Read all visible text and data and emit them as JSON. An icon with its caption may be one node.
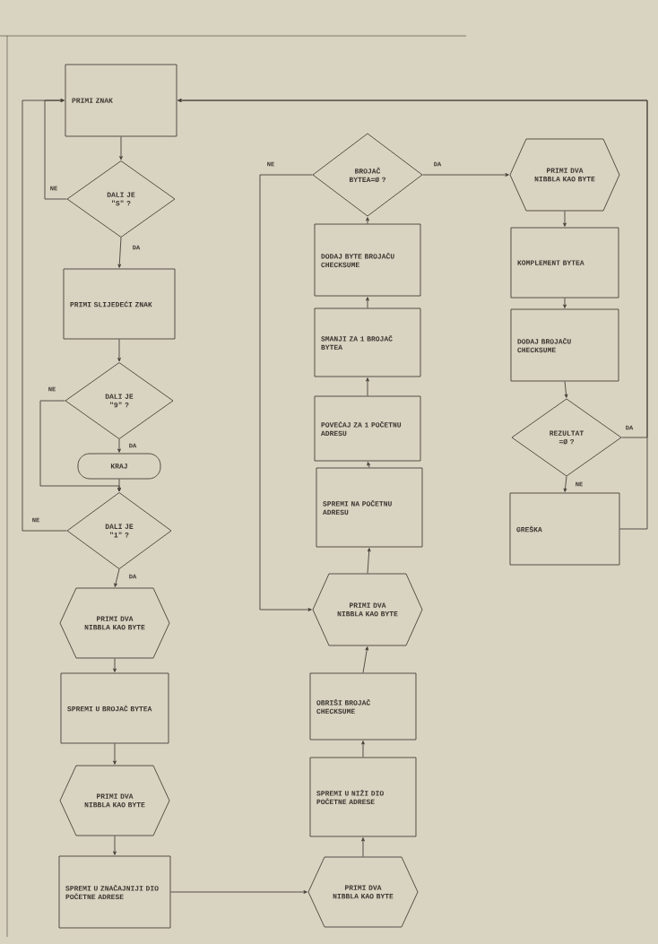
{
  "diagram": {
    "nodes": [
      {
        "text": [
          "PRIMI ZNAK"
        ]
      },
      {
        "text": [
          "DALI JE \"S\" ?"
        ]
      },
      {
        "text": [
          "PRIMI SLIJEDEĆI ZNAK"
        ]
      },
      {
        "text": [
          "DALI JE \"9\" ?"
        ]
      },
      {
        "text": [
          "KRAJ"
        ]
      },
      {
        "text": [
          "DALI JE \"1\" ?"
        ]
      },
      {
        "text": [
          "PRIMI DVA NIBBLA KAO BYTE"
        ]
      },
      {
        "text": [
          "SPREMI U BROJAČ BYTEA"
        ]
      },
      {
        "text": [
          "PRIMI DVA NIBBLA KAO BYTE"
        ]
      },
      {
        "text": [
          "SPREMI U ZNAČAJNIJI DIO POČETNE ADRESE"
        ]
      },
      {
        "text": [
          "PRIMI DVA NIBBLA KAO BYTE"
        ]
      },
      {
        "text": [
          "SPREMI U NIŽI DIO POČETNE ADRESE"
        ]
      },
      {
        "text": [
          "OBRIŠI BROJAČ CHECKSUME"
        ]
      },
      {
        "text": [
          "PRIMI DVA NIBBLA KAO BYTE"
        ]
      },
      {
        "text": [
          "SPREMI NA POČETNU ADRESU"
        ]
      },
      {
        "text": [
          "POVEĆAJ ZA 1 POČETNU ADRESU"
        ]
      },
      {
        "text": [
          "SMANJI ZA 1 BROJAČ BYTEA"
        ]
      },
      {
        "text": [
          "DODAJ BYTE BROJAČU CHECKSUME"
        ]
      },
      {
        "text": [
          "BROJAČ BYTEA=Ø ?"
        ]
      },
      {
        "text": [
          "PRIMI DVA NIBBLA KAO BYTE"
        ]
      },
      {
        "text": [
          "KOMPLEMENT BYTEA"
        ]
      },
      {
        "text": [
          "DODAJ BROJAČU CHECKSUME"
        ]
      },
      {
        "text": [
          "REZULTAT =Ø ?"
        ]
      },
      {
        "text": [
          "GREŠKA"
        ]
      }
    ],
    "edges": [
      {
        "from": 0,
        "to": 1,
        "arrow": "to"
      },
      {
        "from": 1,
        "to": 0,
        "arrow": "to",
        "label": "NE"
      },
      {
        "from": 1,
        "to": 2,
        "arrow": "to",
        "label": "DA"
      },
      {
        "from": 2,
        "to": 3,
        "arrow": "to"
      },
      {
        "from": 3,
        "to": 4,
        "arrow": "to",
        "label": "DA"
      },
      {
        "from": 3,
        "to": 5,
        "arrow": "to",
        "label": "NE"
      },
      {
        "from": 4,
        "to": 5,
        "arrow": "to"
      },
      {
        "from": 5,
        "to": 0,
        "arrow": "to",
        "label": "NE"
      },
      {
        "from": 5,
        "to": 6,
        "arrow": "to",
        "label": "DA"
      },
      {
        "from": 6,
        "to": 7,
        "arrow": "to"
      },
      {
        "from": 7,
        "to": 8,
        "arrow": "to"
      },
      {
        "from": 8,
        "to": 9,
        "arrow": "to"
      },
      {
        "from": 9,
        "to": 10,
        "arrow": "to"
      },
      {
        "from": 10,
        "to": 11,
        "arrow": "to"
      },
      {
        "from": 11,
        "to": 12,
        "arrow": "to"
      },
      {
        "from": 12,
        "to": 13,
        "arrow": "to"
      },
      {
        "from": 13,
        "to": 14,
        "arrow": "to"
      },
      {
        "from": 14,
        "to": 15,
        "arrow": "to"
      },
      {
        "from": 15,
        "to": 16,
        "arrow": "to"
      },
      {
        "from": 16,
        "to": 17,
        "arrow": "to"
      },
      {
        "from": 17,
        "to": 18,
        "arrow": "to"
      },
      {
        "from": 18,
        "to": 13,
        "arrow": "to",
        "label": "NE"
      },
      {
        "from": 18,
        "to": 19,
        "arrow": "to",
        "label": "DA"
      },
      {
        "from": 19,
        "to": 20,
        "arrow": "to"
      },
      {
        "from": 20,
        "to": 21,
        "arrow": "to"
      },
      {
        "from": 21,
        "to": 22,
        "arrow": "to"
      },
      {
        "from": 22,
        "to": 23,
        "arrow": "to",
        "label": "NE"
      },
      {
        "from": 22,
        "to": 0,
        "arrow": "to",
        "label": "DA"
      },
      {
        "from": 23,
        "to": 0,
        "arrow": "to"
      }
    ]
  }
}
